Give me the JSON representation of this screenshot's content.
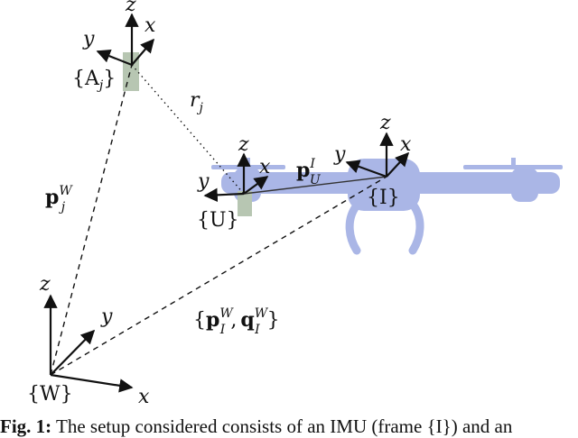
{
  "caption": {
    "label": "Fig. 1:",
    "text": "The setup considered consists of an IMU (frame {I}) and an"
  },
  "frames": {
    "world": {
      "name": "{W}",
      "x": "x",
      "y": "y",
      "z": "z"
    },
    "anchor": {
      "name": "{A",
      "sub": "j",
      "close": "}",
      "x": "x",
      "y": "y",
      "z": "z"
    },
    "uwb": {
      "name": "{U}",
      "x": "x",
      "y": "y",
      "z": "z"
    },
    "imu": {
      "name": "{I}",
      "x": "x",
      "y": "y",
      "z": "z"
    }
  },
  "labels": {
    "range": {
      "main": "r",
      "sub": "j"
    },
    "anchor_position": {
      "main": "p",
      "sub": "j",
      "sup": "W"
    },
    "uwb_offset": {
      "main": "p",
      "sub": "U",
      "sup": "I"
    },
    "imu_pose": {
      "open": "{",
      "p": "p",
      "p_sub": "I",
      "p_sup": "W",
      "comma": ",",
      "q": "q",
      "q_sub": "I",
      "q_sup": "W",
      "close": "}"
    }
  },
  "colors": {
    "drone": "#aab6e6",
    "anchor_board": "#b7c6b2",
    "ink": "#111111"
  }
}
